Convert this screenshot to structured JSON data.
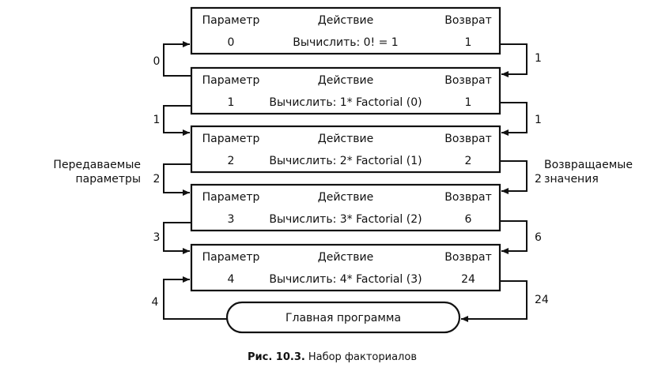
{
  "headers": {
    "param": "Параметр",
    "action": "Действие",
    "return": "Возврат"
  },
  "frames": [
    {
      "param": "0",
      "action": "Вычислить: 0! = 1",
      "return": "1"
    },
    {
      "param": "1",
      "action": "Вычислить: 1* Factorial (0)",
      "return": "1"
    },
    {
      "param": "2",
      "action": "Вычислить: 2* Factorial (1)",
      "return": "2"
    },
    {
      "param": "3",
      "action": "Вычислить: 3* Factorial (2)",
      "return": "6"
    },
    {
      "param": "4",
      "action": "Вычислить: 4* Factorial (3)",
      "return": "24"
    }
  ],
  "left_arrow_labels": [
    "0",
    "1",
    "2",
    "3",
    "4"
  ],
  "right_arrow_labels": [
    "1",
    "1",
    "2",
    "6",
    "24"
  ],
  "main_program": "Главная программа",
  "left_side_label": [
    "Передаваемые",
    "параметры"
  ],
  "right_side_label": [
    "Возвращаемые",
    "значения"
  ],
  "caption": {
    "number": "Рис. 10.3.",
    "text": "Набор факториалов"
  }
}
